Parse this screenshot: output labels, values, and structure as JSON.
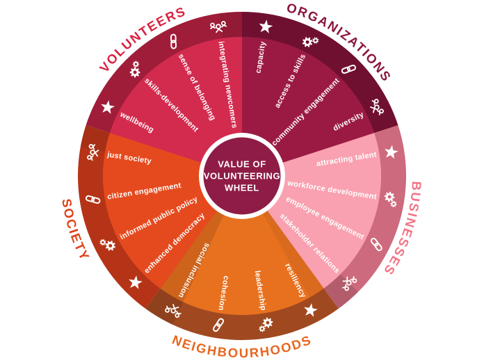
{
  "center": {
    "lines": [
      "VALUE OF",
      "VOLUNTEERING",
      "WHEEL"
    ],
    "bg_color": "#8E1C46",
    "ring_color": "#FFFFFF",
    "text_color": "#FFFFFF"
  },
  "wheel": {
    "background": "#FFFFFF",
    "sectors": [
      {
        "id": "volunteers",
        "label": "VOLUNTEERS",
        "label_color": "#D8213F",
        "ring_color": "#A01D3A",
        "fill_color": "#D32B4E",
        "start": 198,
        "end": 270,
        "label_path": "top",
        "flip_item_labels": true,
        "items": [
          {
            "label": "wellbeing",
            "icon": "star"
          },
          {
            "label": "skills-development",
            "icon": "gears"
          },
          {
            "label": "sense of belonging",
            "icon": "chain"
          },
          {
            "label": "integrating newcomers",
            "icon": "people"
          }
        ]
      },
      {
        "id": "organizations",
        "label": "ORGANIZATIONS",
        "label_color": "#8A1540",
        "ring_color": "#701030",
        "fill_color": "#9B1A43",
        "start": 270,
        "end": 342,
        "label_path": "top",
        "flip_item_labels": false,
        "items": [
          {
            "label": "capacity",
            "icon": "star"
          },
          {
            "label": "access to skills",
            "icon": "gears"
          },
          {
            "label": "community engagement",
            "icon": "chain"
          },
          {
            "label": "diversity",
            "icon": "people"
          }
        ]
      },
      {
        "id": "businesses",
        "label": "BUSINESSES",
        "label_color": "#F27586",
        "ring_color": "#CD6A7D",
        "fill_color": "#F9A1B0",
        "start": 342,
        "end": 414,
        "label_path": "top",
        "flip_item_labels": false,
        "items": [
          {
            "label": "attracting talent",
            "icon": "star"
          },
          {
            "label": "workforce development",
            "icon": "gears"
          },
          {
            "label": "employee engagement",
            "icon": "chain"
          },
          {
            "label": "stakeholder relations",
            "icon": "people"
          }
        ]
      },
      {
        "id": "neighbourhoods",
        "label": "NEIGHBOURHOODS",
        "label_color": "#E8661F",
        "ring_color": "#A04920",
        "fill_color": "#E8711F",
        "start": 54,
        "end": 126,
        "label_path": "bottom",
        "flip_item_labels": false,
        "items": [
          {
            "label": "resiliency",
            "icon": "star"
          },
          {
            "label": "leadership",
            "icon": "gears"
          },
          {
            "label": "cohesion",
            "icon": "chain"
          },
          {
            "label": "social inclusion",
            "icon": "people"
          }
        ]
      },
      {
        "id": "society",
        "label": "SOCIETY",
        "label_color": "#E04119",
        "ring_color": "#B53418",
        "fill_color": "#E54A1E",
        "start": 126,
        "end": 198,
        "label_path": "bottom",
        "flip_item_labels": true,
        "items": [
          {
            "label": "enhanced democracy",
            "icon": "star"
          },
          {
            "label": "informed public policy",
            "icon": "gears"
          },
          {
            "label": "citizen engagement",
            "icon": "chain"
          },
          {
            "label": "just society",
            "icon": "people"
          }
        ]
      }
    ]
  }
}
